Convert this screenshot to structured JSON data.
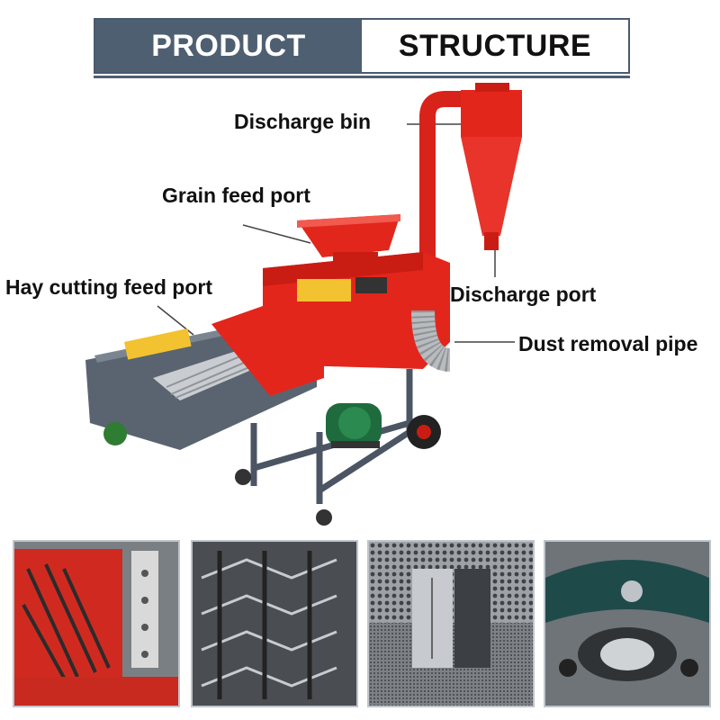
{
  "banner": {
    "left_text": "PRODUCT",
    "right_text": "STRUCTURE"
  },
  "labels": {
    "discharge_bin": "Discharge bin",
    "grain_feed_port": "Grain feed port",
    "hay_cutting_feed_port": "Hay cutting feed port",
    "discharge_port": "Discharge port",
    "dust_removal_pipe": "Dust removal pipe"
  },
  "colors": {
    "banner_dark": "#4f5f72",
    "machine_red": "#e3261b",
    "machine_gray": "#5a6470",
    "motor_green": "#1f6b3d"
  },
  "thumbnails": [
    {
      "subject": "cutter-blades-closeup"
    },
    {
      "subject": "knife-roller-closeup"
    },
    {
      "subject": "screen-mesh-closeup"
    },
    {
      "subject": "bearing-housing-closeup"
    }
  ]
}
